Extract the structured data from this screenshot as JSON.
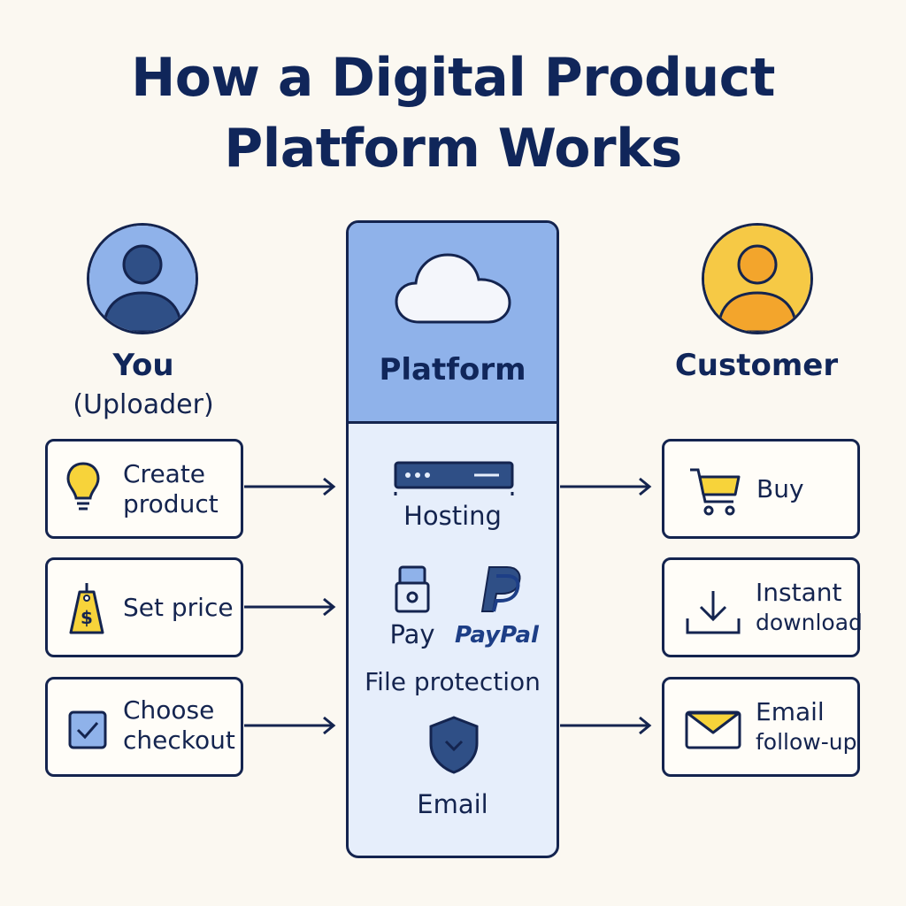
{
  "title": {
    "line1": "How a Digital Product",
    "line2": "Platform Works"
  },
  "uploader": {
    "label": "You",
    "sublabel": "(Uploader)",
    "avatar_color": "#8fb2ea",
    "steps": [
      {
        "line1": "Create",
        "line2": "product",
        "icon": "lightbulb-icon"
      },
      {
        "line1": "Set price",
        "line2": "",
        "icon": "price-tag-icon"
      },
      {
        "line1": "Choose",
        "line2": "checkout",
        "icon": "checkbox-icon"
      }
    ]
  },
  "platform": {
    "label": "Platform",
    "header_color": "#8fb2ea",
    "body_color": "#e6eefb",
    "hosting": "Hosting",
    "pay": "Pay",
    "paypal": "PayPal",
    "file_protection": "File protection",
    "email": "Email"
  },
  "customer": {
    "label": "Customer",
    "avatar_color": "#f6c945",
    "steps": [
      {
        "line1": "Buy",
        "line2": "",
        "icon": "shopping-cart-icon"
      },
      {
        "line1": "Instant",
        "line2": "download",
        "icon": "download-icon"
      },
      {
        "line1": "Email",
        "line2": "follow-up",
        "icon": "envelope-icon"
      }
    ]
  },
  "colors": {
    "ink": "#14244f",
    "yellow": "#f7d33a",
    "blue": "#8fb2ea",
    "background": "#fbf8f1"
  }
}
